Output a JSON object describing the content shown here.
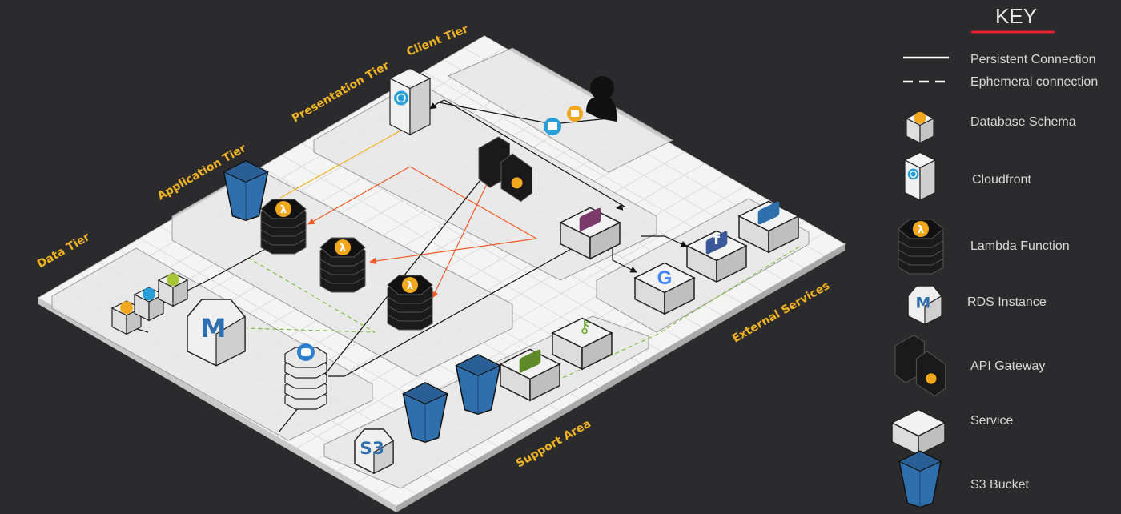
{
  "tiers": {
    "client": "Client Tier",
    "presentation": "Presentation Tier",
    "application": "Application Tier",
    "data": "Data Tier",
    "external": "External Services",
    "support": "Support Area"
  },
  "key": {
    "title": "KEY",
    "accent": "#e3222b",
    "persistent": "Persistent Connection",
    "ephemeral": "Ephemeral connection",
    "database_schema": "Database Schema",
    "cloudfront": "Cloudfront",
    "lambda": "Lambda Function",
    "rds": "RDS Instance",
    "api_gateway": "API Gateway",
    "service": "Service",
    "s3": "S3 Bucket"
  },
  "icons": {
    "lambda_symbol": "λ",
    "rds_symbol": "M",
    "facebook_symbol": "f",
    "google_symbol": "G",
    "s3_symbol": "S3"
  },
  "colors": {
    "background": "#2b2b2d",
    "tier_label": "#f0b323",
    "s3_blue": "#2f6fae",
    "lambda_orange": "#f2a81d",
    "arrow_red": "#f05a28",
    "dashed_green": "#7bbf3e",
    "yellow_line": "#f0b323"
  }
}
